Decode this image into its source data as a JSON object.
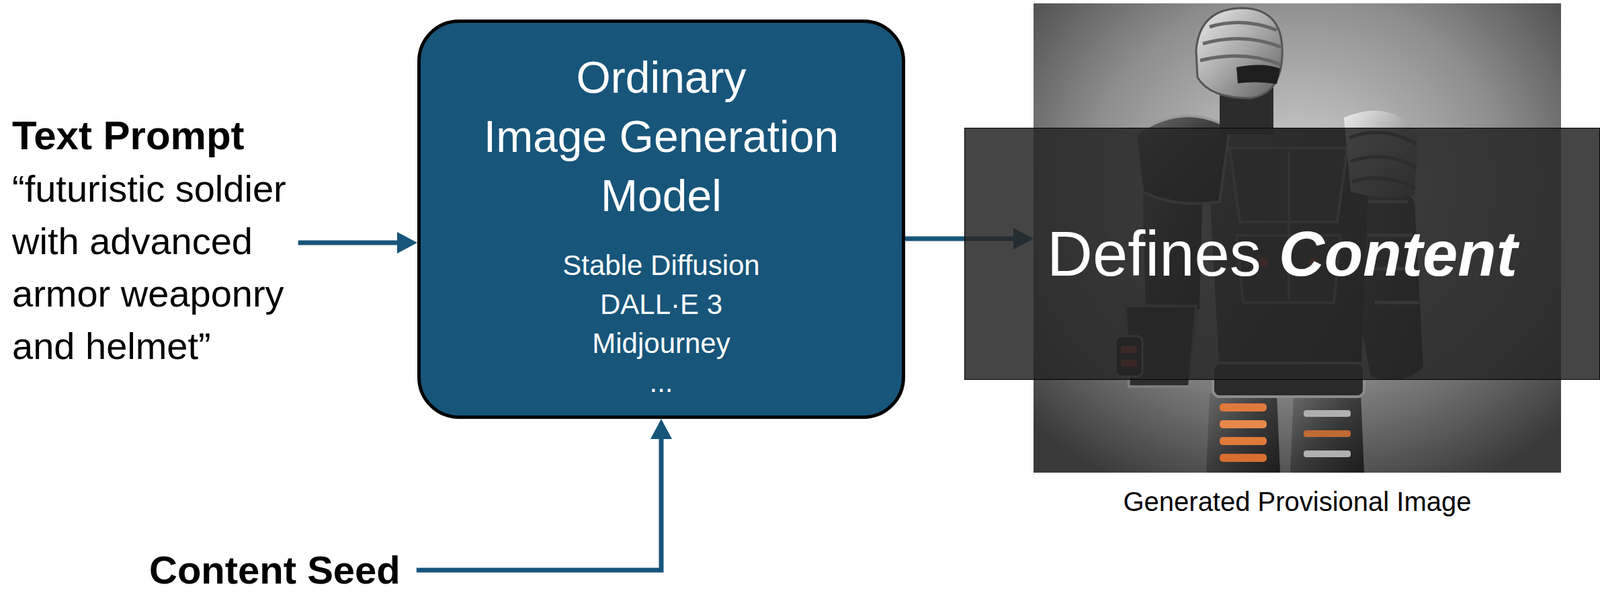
{
  "diagram": {
    "nodes": [
      {
        "text": [
          "Text Prompt",
          "“futuristic soldier with advanced armor weaponry and helmet”"
        ]
      },
      {
        "text": [
          "Ordinary Image Generation Model",
          "Stable Diffusion",
          "DALL·E 3",
          "Midjourney",
          "..."
        ]
      },
      {
        "text": [
          "Content Seed"
        ]
      },
      {
        "text": [
          "Generated Provisional Image"
        ]
      },
      {
        "text": [
          "Defines Content"
        ]
      }
    ],
    "edges": [
      {
        "from": 0,
        "to": 1,
        "arrow": "to"
      },
      {
        "from": 2,
        "to": 1,
        "arrow": "to"
      },
      {
        "from": 1,
        "to": 3,
        "arrow": "to"
      }
    ]
  }
}
